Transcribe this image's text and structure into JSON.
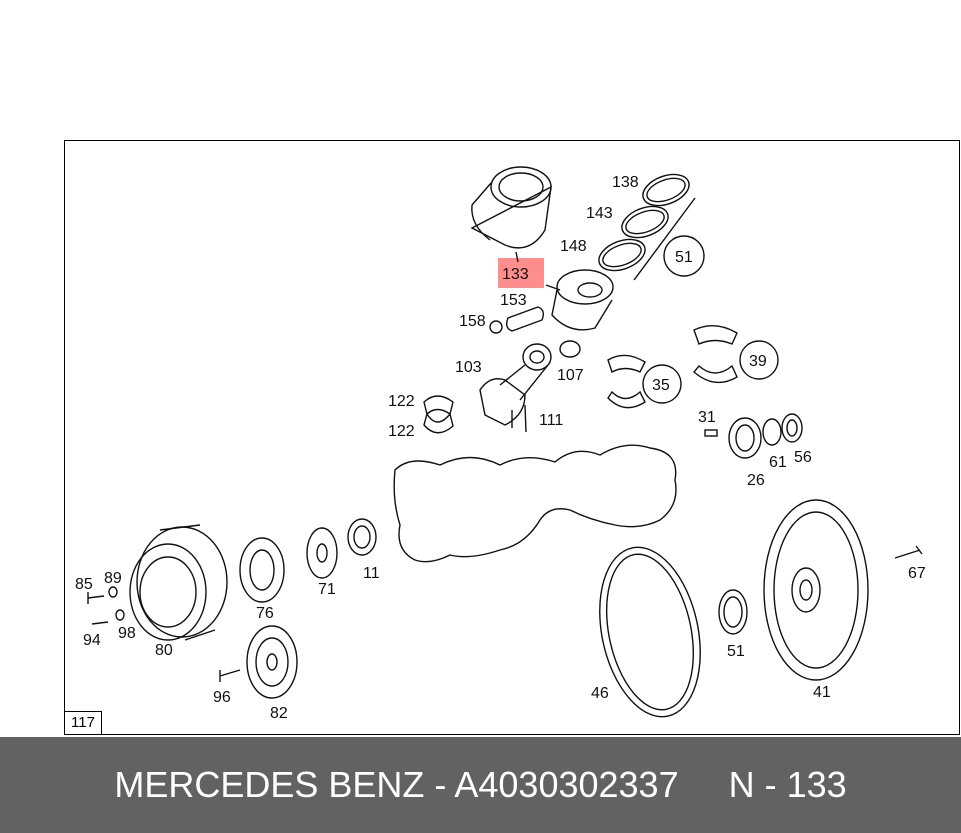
{
  "footer": {
    "brand_part": "MERCEDES BENZ - A4030302337",
    "position_part": "N - 133"
  },
  "diagram": {
    "page_number": "117",
    "highlight_color": "#ff5050",
    "highlighted_callout": "133",
    "callouts": {
      "c138": "138",
      "c143": "143",
      "c148": "148",
      "c51a": "51",
      "c133": "133",
      "c153": "153",
      "c158": "158",
      "c103": "103",
      "c107": "107",
      "c35": "35",
      "c39": "39",
      "c122a": "122",
      "c122b": "122",
      "c111": "111",
      "c31": "31",
      "c61": "61",
      "c56": "56",
      "c26": "26",
      "c85": "85",
      "c89": "89",
      "c94": "94",
      "c98": "98",
      "c80": "80",
      "c76": "76",
      "c71": "71",
      "c11": "11",
      "c96": "96",
      "c82": "82",
      "c46": "46",
      "c51b": "51",
      "c41": "41",
      "c67": "67"
    }
  }
}
